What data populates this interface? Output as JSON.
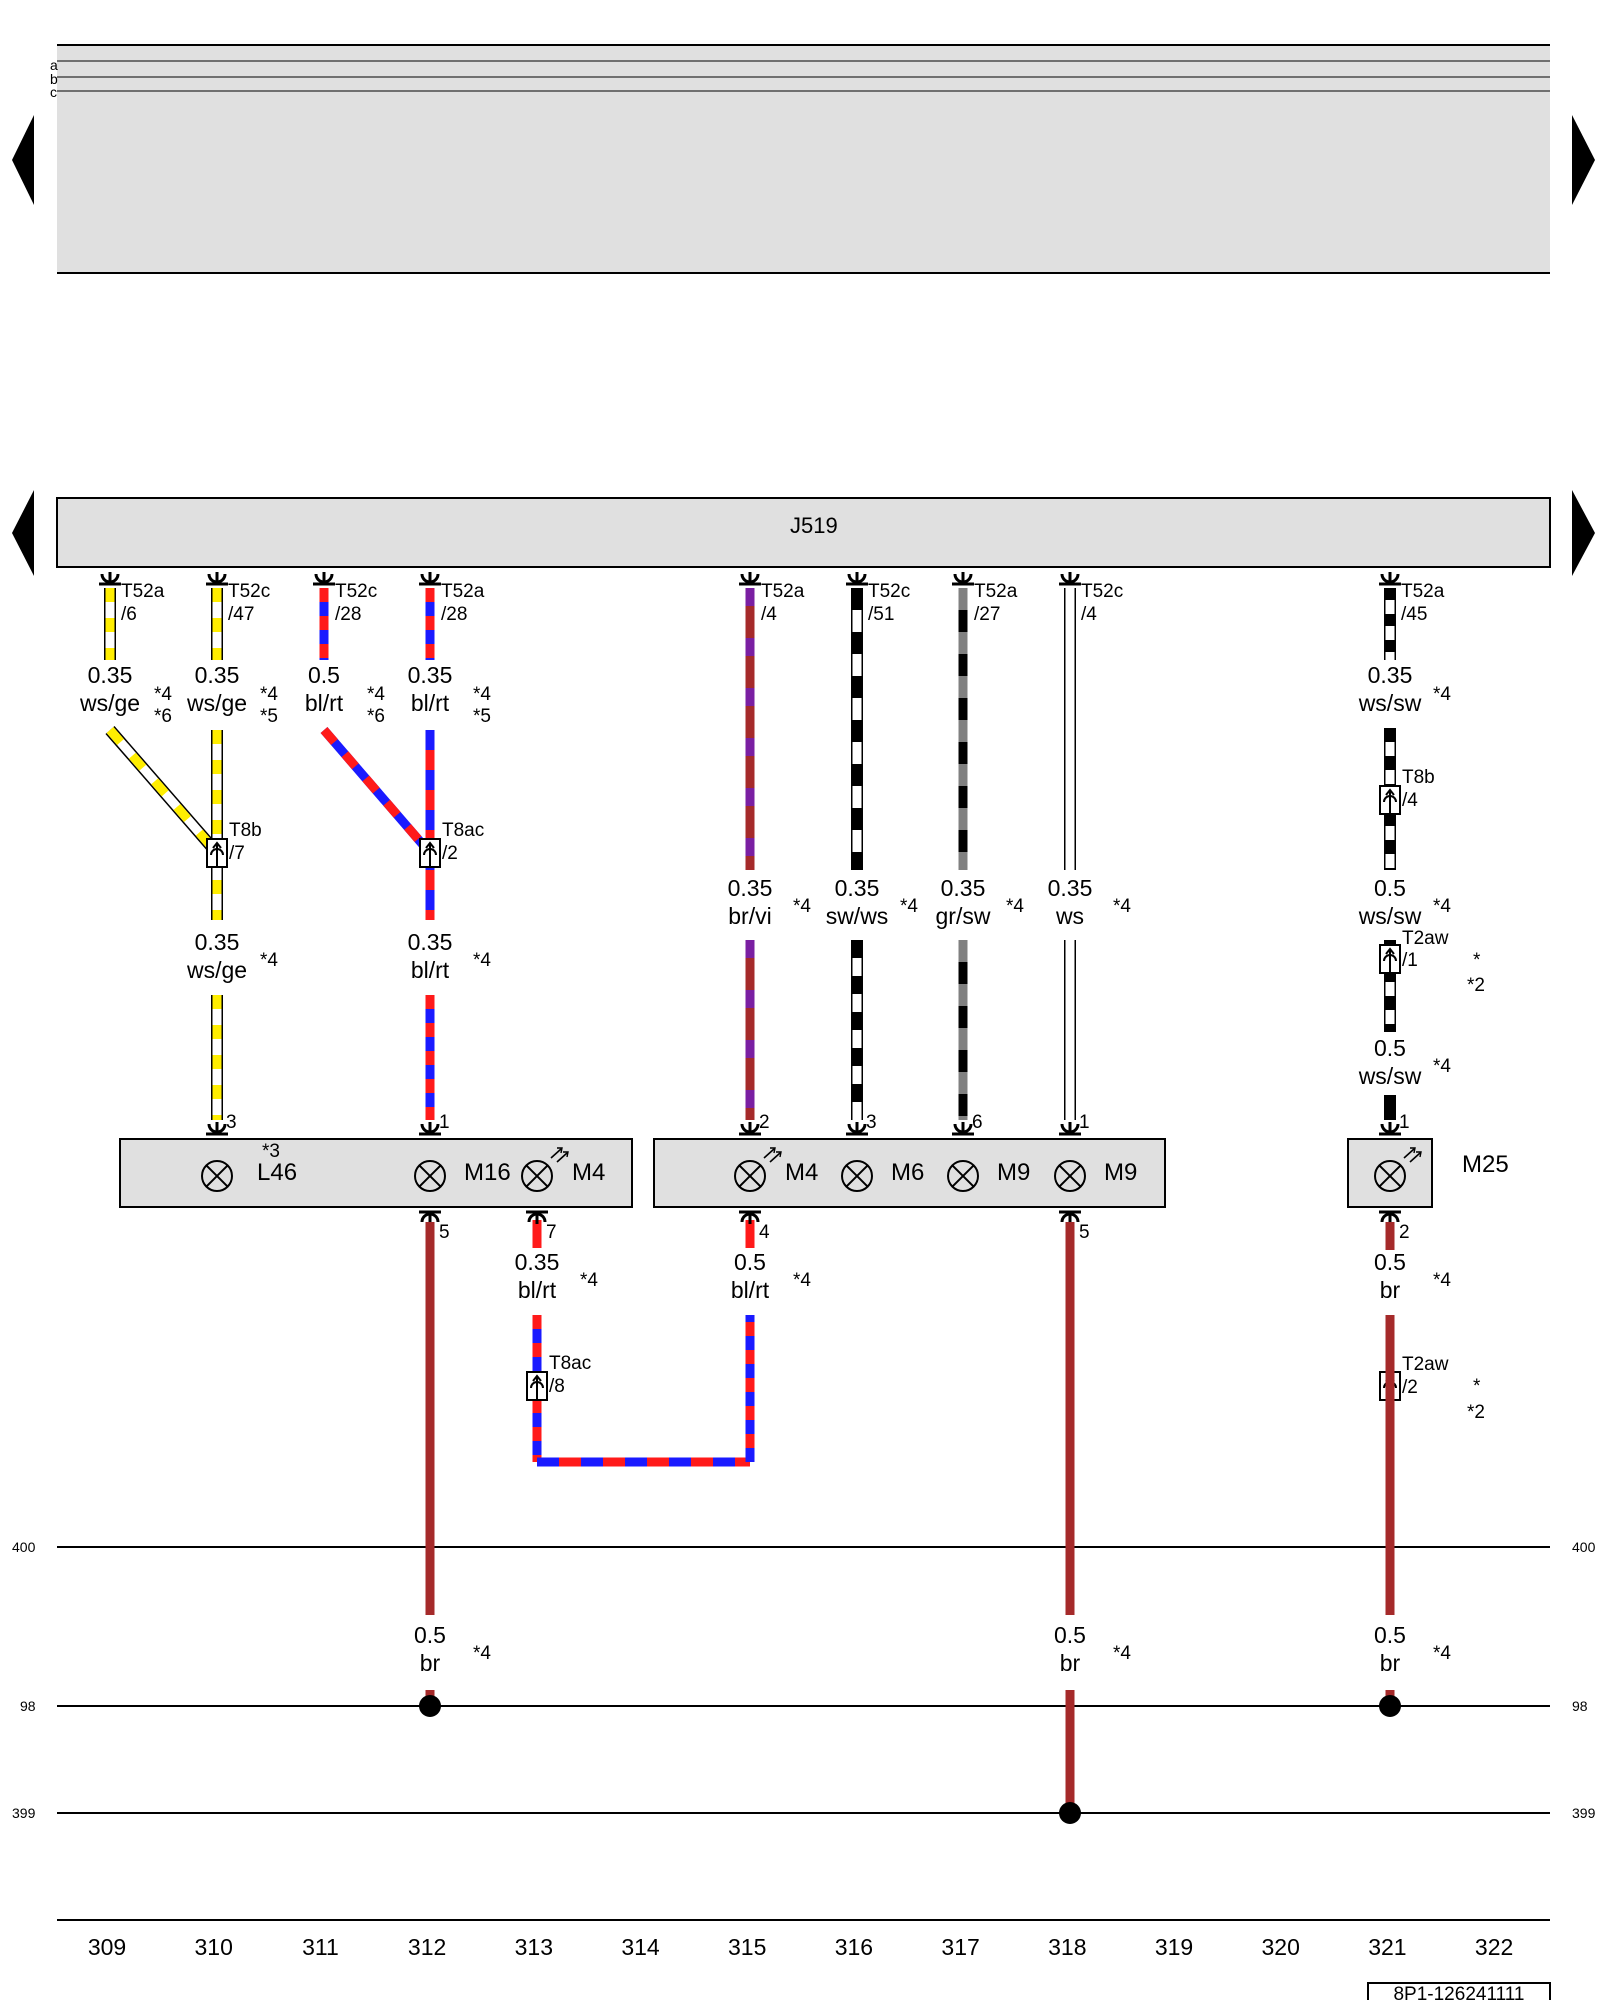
{
  "diagram": {
    "control_unit": "J519",
    "nav": {
      "prev_label": "previous page",
      "next_label": "next page"
    },
    "header_track_labels": [
      "a",
      "b",
      "c"
    ],
    "ground_rows": [
      {
        "id": "400",
        "left": "400",
        "right": "400"
      },
      {
        "id": "98",
        "left": "98",
        "right": "98"
      },
      {
        "id": "399",
        "left": "399",
        "right": "399"
      }
    ],
    "columns": [
      "309",
      "310",
      "311",
      "312",
      "313",
      "314",
      "315",
      "316",
      "317",
      "318",
      "319",
      "320",
      "321",
      "322"
    ],
    "doc_id": "8P1-126241111",
    "pins_top": [
      {
        "conn": "T52a",
        "pin": "/6"
      },
      {
        "conn": "T52c",
        "pin": "/47"
      },
      {
        "conn": "T52c",
        "pin": "/28"
      },
      {
        "conn": "T52a",
        "pin": "/28"
      },
      {
        "conn": "T52a",
        "pin": "/4"
      },
      {
        "conn": "T52c",
        "pin": "/51"
      },
      {
        "conn": "T52a",
        "pin": "/27"
      },
      {
        "conn": "T52c",
        "pin": "/4"
      },
      {
        "conn": "T52a",
        "pin": "/45"
      }
    ],
    "wires_upper": [
      {
        "size": "0.35",
        "color": "ws/ge",
        "n1": "*4",
        "n2": "*6"
      },
      {
        "size": "0.35",
        "color": "ws/ge",
        "n1": "*4",
        "n2": "*5"
      },
      {
        "size": "0.5",
        "color": "bl/rt",
        "n1": "*4",
        "n2": "*6"
      },
      {
        "size": "0.35",
        "color": "bl/rt",
        "n1": "*4",
        "n2": "*5"
      },
      {
        "size": "0.35",
        "color": "ws/sw",
        "n1": "*4",
        "n2": ""
      }
    ],
    "connectors": {
      "t8b_7": {
        "name": "T8b",
        "pin": "/7"
      },
      "t8ac_2": {
        "name": "T8ac",
        "pin": "/2"
      },
      "t8b_4": {
        "name": "T8b",
        "pin": "/4"
      },
      "t2aw_1": {
        "name": "T2aw",
        "pin": "/1",
        "n1": "*",
        "n2": "*2"
      },
      "t8ac_8": {
        "name": "T8ac",
        "pin": "/8"
      },
      "t2aw_2": {
        "name": "T2aw",
        "pin": "/2",
        "n1": "*",
        "n2": "*2"
      }
    },
    "wires_mid": [
      {
        "size": "0.35",
        "color": "ws/ge",
        "note": "*4"
      },
      {
        "size": "0.35",
        "color": "bl/rt",
        "note": "*4"
      },
      {
        "size": "0.35",
        "color": "br/vi",
        "note": "*4"
      },
      {
        "size": "0.35",
        "color": "sw/ws",
        "note": "*4"
      },
      {
        "size": "0.35",
        "color": "gr/sw",
        "note": "*4"
      },
      {
        "size": "0.35",
        "color": "ws",
        "note": "*4"
      },
      {
        "size": "0.5",
        "color": "ws/sw",
        "note": "*4"
      },
      {
        "size": "0.5",
        "color": "ws/sw",
        "note": "*4"
      }
    ],
    "components": {
      "left": {
        "L46": "L46",
        "note": "*3",
        "M16": "M16",
        "M4": "M4"
      },
      "middle": {
        "M4": "M4",
        "M6": "M6",
        "M9a": "M9",
        "M9b": "M9"
      },
      "right": {
        "M25": "M25"
      }
    },
    "pins_comp_top": [
      "3",
      "1",
      "2",
      "3",
      "6",
      "1",
      "1"
    ],
    "pins_comp_bottom": [
      "5",
      "7",
      "4",
      "5",
      "2"
    ],
    "wires_lower": [
      {
        "size": "0.35",
        "color": "bl/rt",
        "note": "*4"
      },
      {
        "size": "0.5",
        "color": "bl/rt",
        "note": "*4"
      },
      {
        "size": "0.5",
        "color": "br",
        "note": "*4"
      }
    ],
    "wires_ground": [
      {
        "size": "0.5",
        "color": "br",
        "note": "*4"
      },
      {
        "size": "0.5",
        "color": "br",
        "note": "*4"
      },
      {
        "size": "0.5",
        "color": "br",
        "note": "*4"
      }
    ],
    "colors": {
      "ws": "#ffffff",
      "ge": "#ffee00",
      "bl": "#1a1aff",
      "rt": "#ff1a1a",
      "br": "#a52a2a",
      "vi": "#7a1fa2",
      "sw": "#000000",
      "gr": "#808080",
      "box": "#e0e0e0"
    }
  }
}
